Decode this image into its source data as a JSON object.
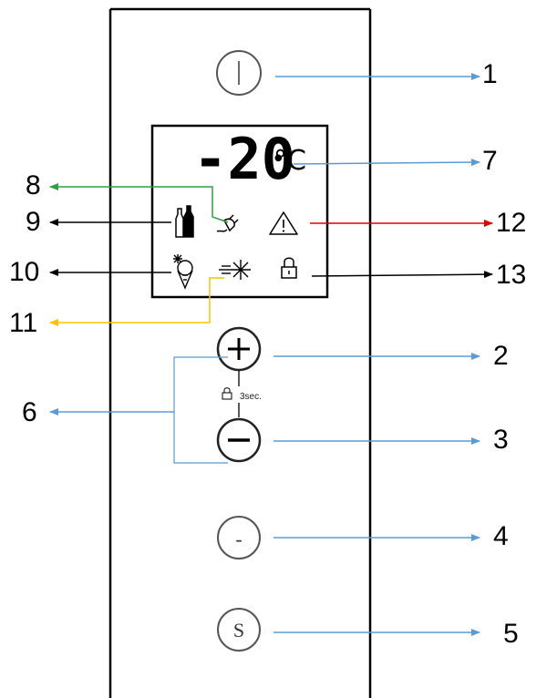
{
  "display": {
    "temperature": "-20",
    "unit": "°C"
  },
  "buttons": {
    "power_symbol": "|",
    "plus_symbol": "+",
    "minus_symbol": "−",
    "mode_symbol": "-",
    "s_label": "S"
  },
  "lock_hint": "3sec.",
  "callouts": {
    "n1": "1",
    "n2": "2",
    "n3": "3",
    "n4": "4",
    "n5": "5",
    "n6": "6",
    "n7": "7",
    "n8": "8",
    "n9": "9",
    "n10": "10",
    "n11": "11",
    "n12": "12",
    "n13": "13"
  },
  "icons": {
    "power": "power-icon",
    "plug": "plug-icon",
    "warning": "warning-icon",
    "bottles": "bottles-icon",
    "ice_cream": "ice-cream-icon",
    "fast_freeze": "fast-freeze-icon",
    "lock": "lock-icon"
  },
  "colors": {
    "blue_line": "#5b9bd5",
    "green_line": "#2ea043",
    "red_line": "#e00000",
    "orange_line": "#ffc000",
    "black_line": "#000000"
  }
}
